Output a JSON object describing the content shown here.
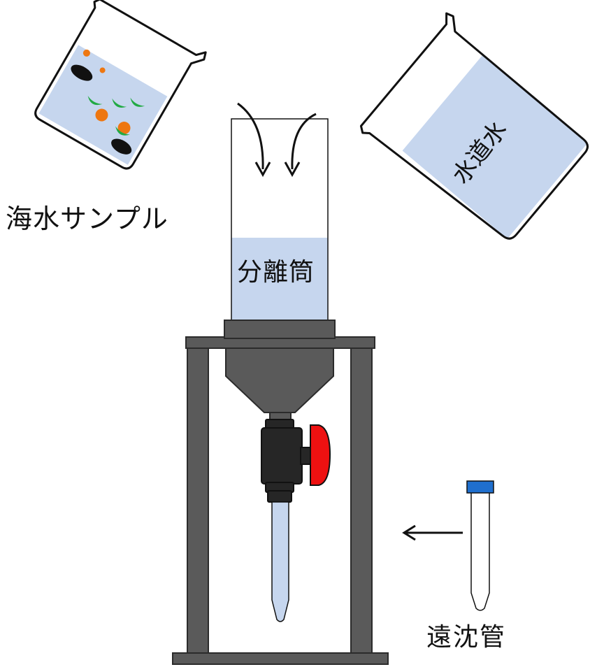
{
  "labels": {
    "seawater_sample": "海水サンプル",
    "tap_water": "水道水",
    "separation_cylinder": "分離筒",
    "centrifuge_tube": "遠沈管"
  },
  "colors": {
    "water": "#c6d6ee",
    "stand": "#5a5a5a",
    "valve_body": "#262626",
    "valve_handle": "#ee1111",
    "tube_cap": "#1f6fce",
    "particle_green": "#22aa44",
    "particle_orange": "#ee7711",
    "particle_black": "#111111",
    "outline": "#111111"
  },
  "icons": [
    "curved-arrow-icon",
    "curved-arrow-icon",
    "left-arrow-icon"
  ]
}
